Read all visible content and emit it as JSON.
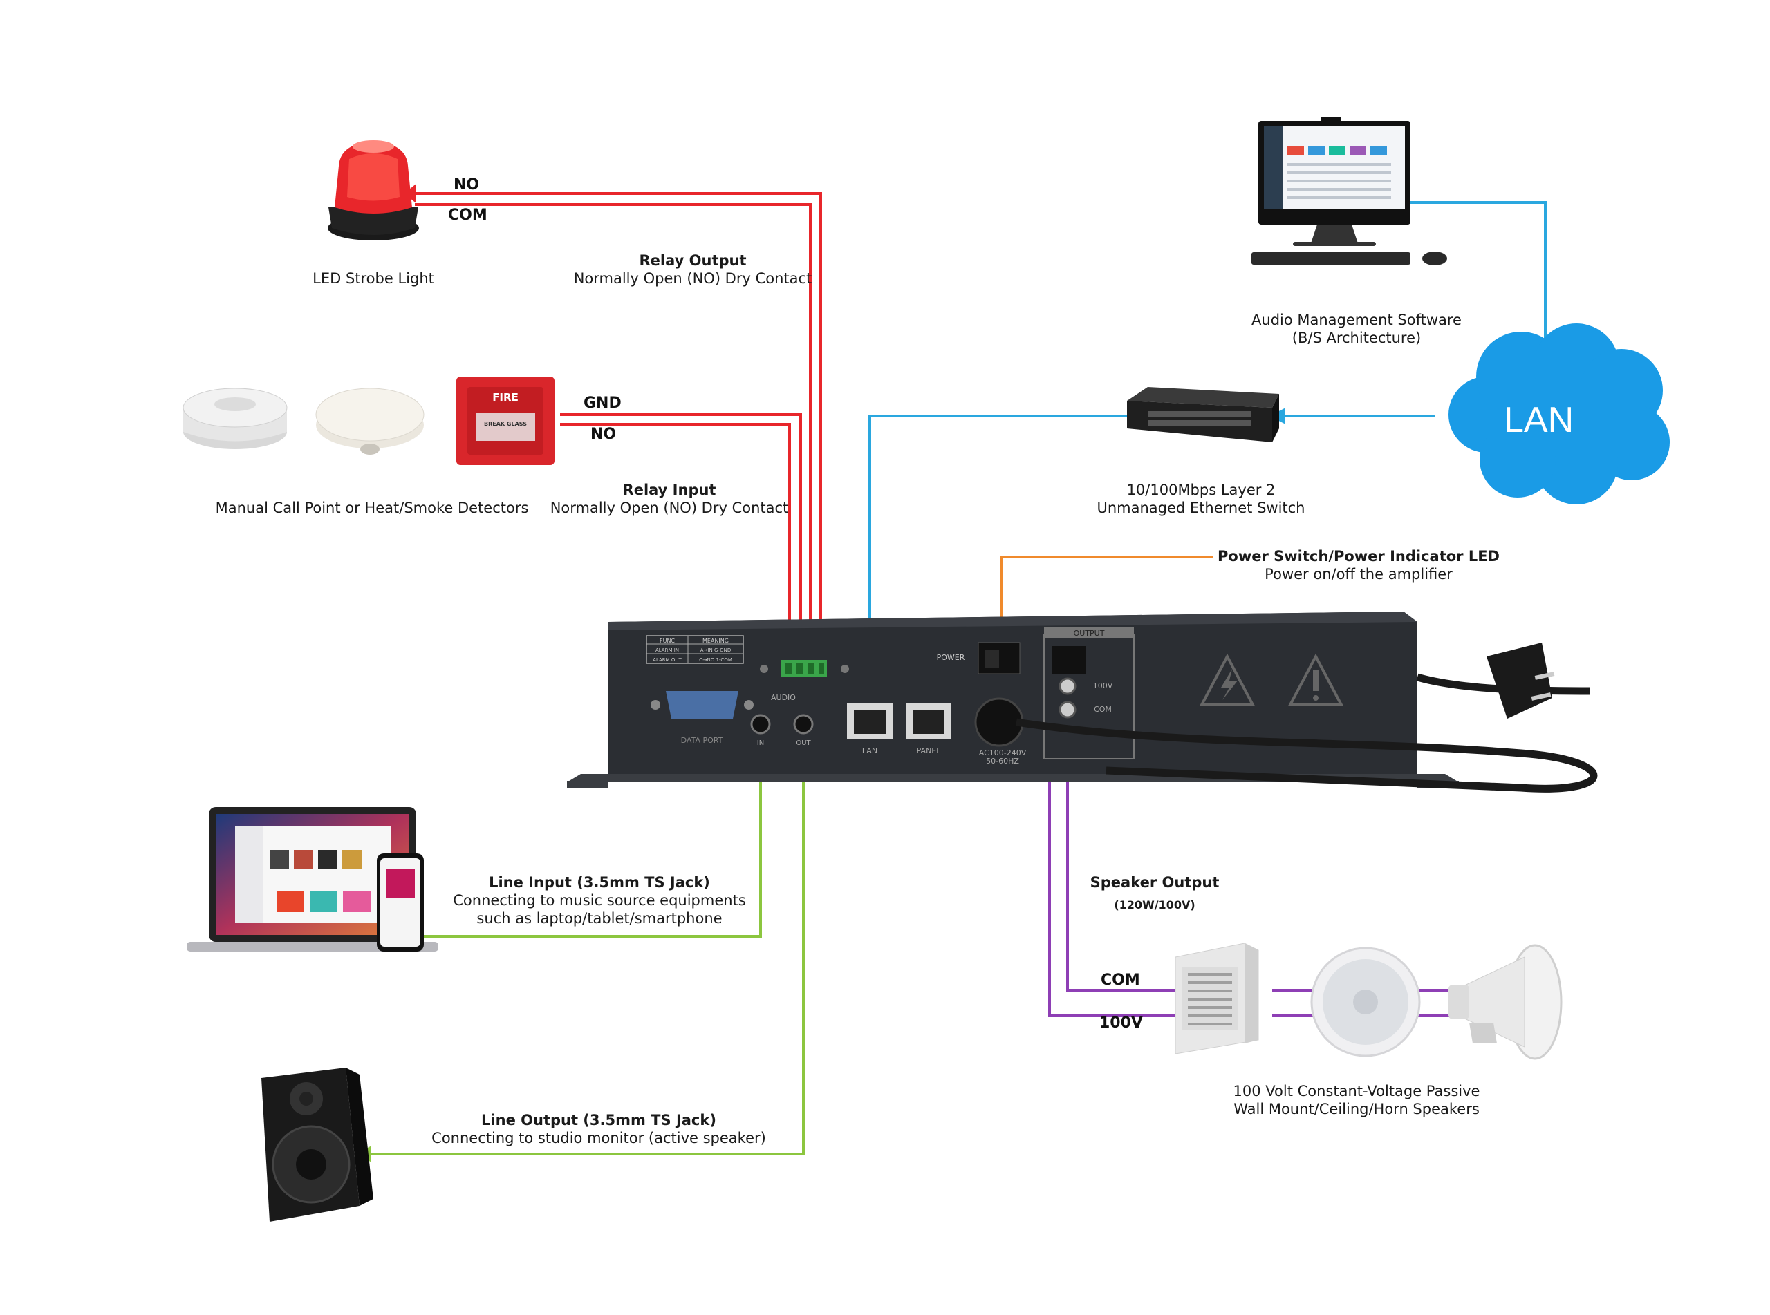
{
  "colors": {
    "relay_wire": "#e8262b",
    "lan_wire": "#2aa7df",
    "power_wire": "#f08a2c",
    "audio_wire": "#8cc63f",
    "speaker_wire": "#8e3fb5",
    "device_body": "#2b2e33",
    "cloud": "#1a9be6"
  },
  "strobe": {
    "label": "LED Strobe Light",
    "no": "NO",
    "com": "COM"
  },
  "relay_output": {
    "title": "Relay Output",
    "desc": "Normally Open (NO) Dry Contact"
  },
  "detectors": {
    "label": "Manual Call Point or Heat/Smoke Detectors",
    "gnd": "GND",
    "no": "NO",
    "fire_text": "FIRE",
    "glass_text": "BREAK GLASS"
  },
  "relay_input": {
    "title": "Relay Input",
    "desc": "Normally Open (NO) Dry Contact"
  },
  "software": {
    "line1": "Audio Management Software",
    "line2": "(B/S Architecture)"
  },
  "lan": {
    "label": "LAN"
  },
  "switch": {
    "line1": "10/100Mbps Layer 2",
    "line2": "Unmanaged Ethernet Switch"
  },
  "power": {
    "title": "Power Switch/Power Indicator LED",
    "desc": "Power on/off the amplifier"
  },
  "panel": {
    "func_header": "FUNC",
    "meaning_header": "MEANING",
    "alarm_in": "ALARM IN",
    "alarm_out": "ALARM OUT",
    "alarm_in_meaning": "A→IN  G-GND",
    "alarm_out_meaning": "O→NO  1-COM",
    "data_port": "DATA PORT",
    "audio": "AUDIO",
    "in": "IN",
    "out": "OUT",
    "lan": "LAN",
    "panel": "PANEL",
    "power": "POWER",
    "ac": "AC100-240V",
    "hz": "50-60HZ",
    "output": "OUTPUT",
    "v100": "100V",
    "com": "COM"
  },
  "line_input": {
    "title": "Line Input (3.5mm TS Jack)",
    "line1": "Connecting to music source equipments",
    "line2": "such as laptop/tablet/smartphone"
  },
  "line_output": {
    "title": "Line Output (3.5mm TS Jack)",
    "desc": "Connecting to studio monitor (active speaker)"
  },
  "speaker_output": {
    "title": "Speaker Output",
    "spec": "(120W/100V)",
    "com": "COM",
    "v100": "100V"
  },
  "speakers": {
    "line1": "100 Volt Constant-Voltage Passive",
    "line2": "Wall Mount/Ceiling/Horn Speakers"
  }
}
